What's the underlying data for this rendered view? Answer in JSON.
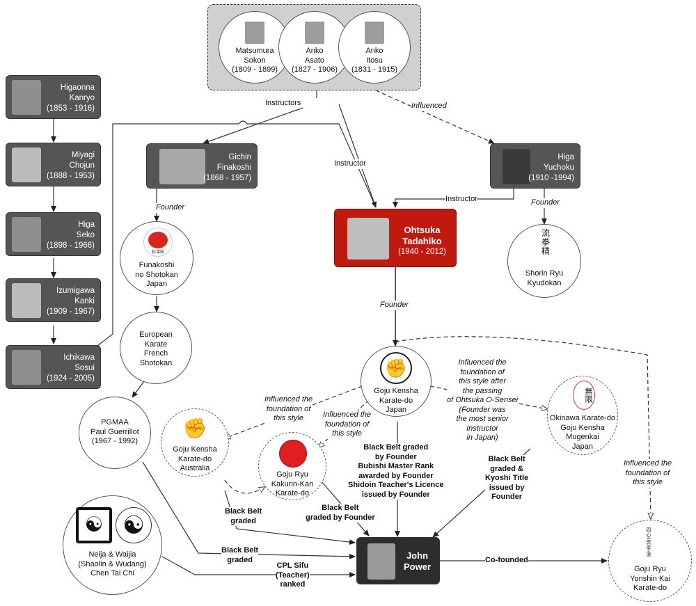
{
  "colors": {
    "box_fill": "#555555",
    "highlight_fill": "#c0190f",
    "founder_fill": "#2d2d2d",
    "group_fill": "#d0d0d0",
    "line": "#333333"
  },
  "instructors_group": [
    {
      "name": [
        "Matsumura",
        "Sokon"
      ],
      "years": "(1809 - 1899)"
    },
    {
      "name": [
        "Anko",
        "Asato"
      ],
      "years": "(1827 - 1906)"
    },
    {
      "name": [
        "Anko",
        "Itosu"
      ],
      "years": "(1831 - 1915)"
    }
  ],
  "lineage": [
    {
      "name": [
        "Higaonna",
        "Kanryo"
      ],
      "years": "(1853 - 1916)"
    },
    {
      "name": [
        "Miyagi",
        "Chojun"
      ],
      "years": "(1888 - 1953)"
    },
    {
      "name": [
        "Higa",
        "Seko"
      ],
      "years": "(1898 - 1966)"
    },
    {
      "name": [
        "Izumigawa",
        "Kanki"
      ],
      "years": "(1909 - 1967)"
    },
    {
      "name": [
        "Ichikawa",
        "Sosui"
      ],
      "years": "(1924 - 2005)"
    }
  ],
  "gichin": {
    "name": [
      "Gichin",
      "Finakoshi"
    ],
    "years": "(1868 - 1957)"
  },
  "higa_yuchoku": {
    "name": [
      "Higa",
      "Yuchoku"
    ],
    "years": "(1910 -1994)"
  },
  "ohtsuka": {
    "name": [
      "Ohtsuka",
      "Tadahiko"
    ],
    "years": "(1940 - 2012)"
  },
  "john": {
    "name": [
      "John",
      "Power"
    ]
  },
  "circles": {
    "shotokan": [
      "Funakoshi",
      "no Shotokan",
      "Japan"
    ],
    "european": [
      "European",
      "Karate",
      "French",
      "Shotokan"
    ],
    "pgmaa": [
      "PGMAA",
      "Paul Guerrillot",
      "(1967 - 1992)"
    ],
    "shorin": [
      "Shorin Ryu",
      "Kyudokan"
    ],
    "goju_japan": [
      "Goju Kensha",
      "Karate-do",
      "Japan"
    ],
    "goju_australia": [
      "Goju Kensha",
      "Karate-do",
      "Australia"
    ],
    "kakurin": [
      "Goju Ryu",
      "Kakurin-Kan",
      "Karate-do"
    ],
    "okinawa": [
      "Okinawa Karate-do",
      "Goju Kensha",
      "Mugenkai",
      "Japan"
    ],
    "yonshin": [
      "Goju Ryu",
      "Yonshin Kai",
      "Karate-do"
    ],
    "taichi": [
      "Neija  & Waijia",
      "(Shaolin & Wudang)",
      "Chen Tai Chi"
    ]
  },
  "labels": {
    "instructors": "Instructors",
    "influenced_top": "Influenced",
    "instructor_mid": "Instructor",
    "instructor_higa": "Instructor",
    "founder_gichin": "Founder",
    "founder_higa": "Founder",
    "founder_ohtsuka": "Founder",
    "influenced_aus": [
      "Influenced the",
      "foundation of",
      "this style"
    ],
    "influenced_kakurin": [
      "Influenced the",
      "foundation of",
      "this style"
    ],
    "influenced_okinawa": [
      "Influenced the",
      "foundation of",
      "this style after",
      "the passing",
      "of Ohtsuka O-Sensei",
      "(Founder was",
      "the most senior",
      "Instructor",
      "in Japan)"
    ],
    "influenced_yonshin": [
      "Influenced the",
      "foundation of",
      "this style"
    ],
    "bb_japan": [
      "Black Belt graded",
      "by Founder",
      "Bubishi Master Rank",
      "awarded by Founder",
      "Shidoin Teacher's Licence",
      "issued by Founder"
    ],
    "bb_okinawa": [
      "Black Belt",
      "graded &",
      "Kyoshi Title",
      "issued by",
      "Founder"
    ],
    "bb_aus": [
      "Black Belt",
      "graded"
    ],
    "bb_kakurin": [
      "Black Belt",
      "graded by Founder"
    ],
    "bb_pgmaa": [
      "Black Belt",
      "graded"
    ],
    "cpl": [
      "CPL Sifu",
      "(Teacher)",
      "ranked"
    ],
    "cofounded": "Co-founded"
  },
  "glyphs": {
    "shorin": [
      "流",
      "拳",
      "精"
    ],
    "okinawa": "無限",
    "shotokan_seal": "松濤館",
    "yonshin": "四心会空手道"
  }
}
